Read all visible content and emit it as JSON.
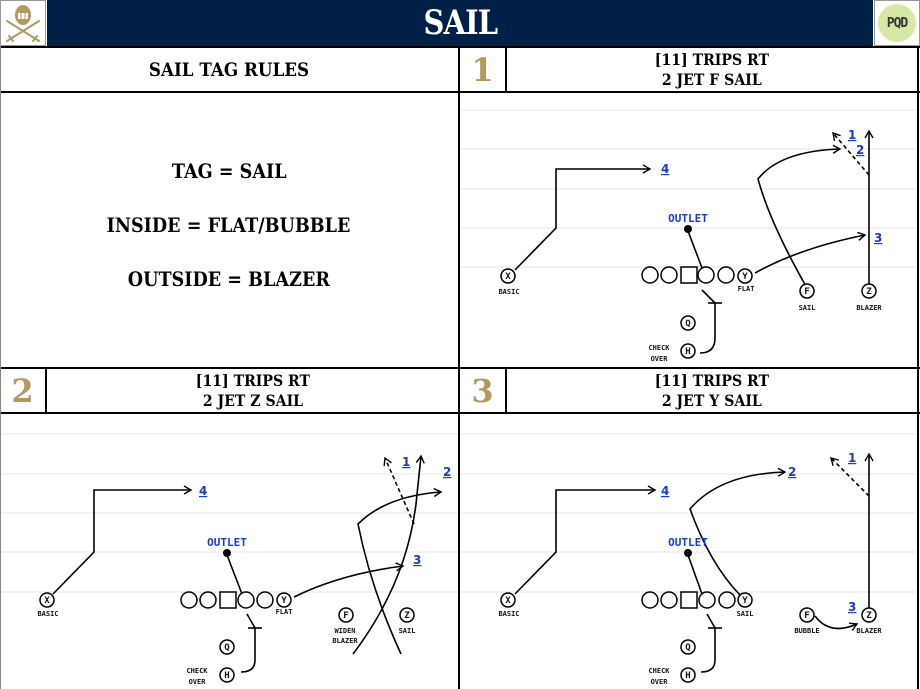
{
  "header": {
    "title": "SAIL",
    "left_logo": "crossed-swords-helmet-logo",
    "right_logo_text": "PQD",
    "title_bg": "#002147",
    "accent_gold": "#b29a5e",
    "link_blue": "#1a3ad8"
  },
  "rules": {
    "heading": "SAIL TAG RULES",
    "lines": [
      "TAG = SAIL",
      "INSIDE = FLAT/BUBBLE",
      "OUTSIDE = BLAZER"
    ]
  },
  "plays": [
    {
      "number": "1",
      "formation": "[11] TRIPS RT",
      "call": "2 JET F SAIL",
      "outlet_label": "OUTLET",
      "players": [
        {
          "id": "X",
          "label": "BASIC"
        },
        {
          "id": "Y",
          "label": "FLAT"
        },
        {
          "id": "F",
          "label": "SAIL"
        },
        {
          "id": "Z",
          "label": "BLAZER"
        },
        {
          "id": "Q",
          "label": ""
        },
        {
          "id": "H",
          "label": "CHECK OVER"
        }
      ],
      "reads": [
        "1",
        "2",
        "3",
        "4"
      ]
    },
    {
      "number": "2",
      "formation": "[11] TRIPS RT",
      "call": "2 JET Z SAIL",
      "outlet_label": "OUTLET",
      "players": [
        {
          "id": "X",
          "label": "BASIC"
        },
        {
          "id": "Y",
          "label": "FLAT"
        },
        {
          "id": "F",
          "label": "WIDEN BLAZER"
        },
        {
          "id": "Z",
          "label": "SAIL"
        },
        {
          "id": "Q",
          "label": ""
        },
        {
          "id": "H",
          "label": "CHECK OVER"
        }
      ],
      "reads": [
        "1",
        "2",
        "3",
        "4"
      ]
    },
    {
      "number": "3",
      "formation": "[11] TRIPS RT",
      "call": "2 JET Y SAIL",
      "outlet_label": "OUTLET",
      "players": [
        {
          "id": "X",
          "label": "BASIC"
        },
        {
          "id": "Y",
          "label": "SAIL"
        },
        {
          "id": "F",
          "label": "BUBBLE"
        },
        {
          "id": "Z",
          "label": "BLAZER"
        },
        {
          "id": "Q",
          "label": ""
        },
        {
          "id": "H",
          "label": "CHECK OVER"
        }
      ],
      "reads": [
        "1",
        "2",
        "3",
        "4"
      ]
    }
  ]
}
